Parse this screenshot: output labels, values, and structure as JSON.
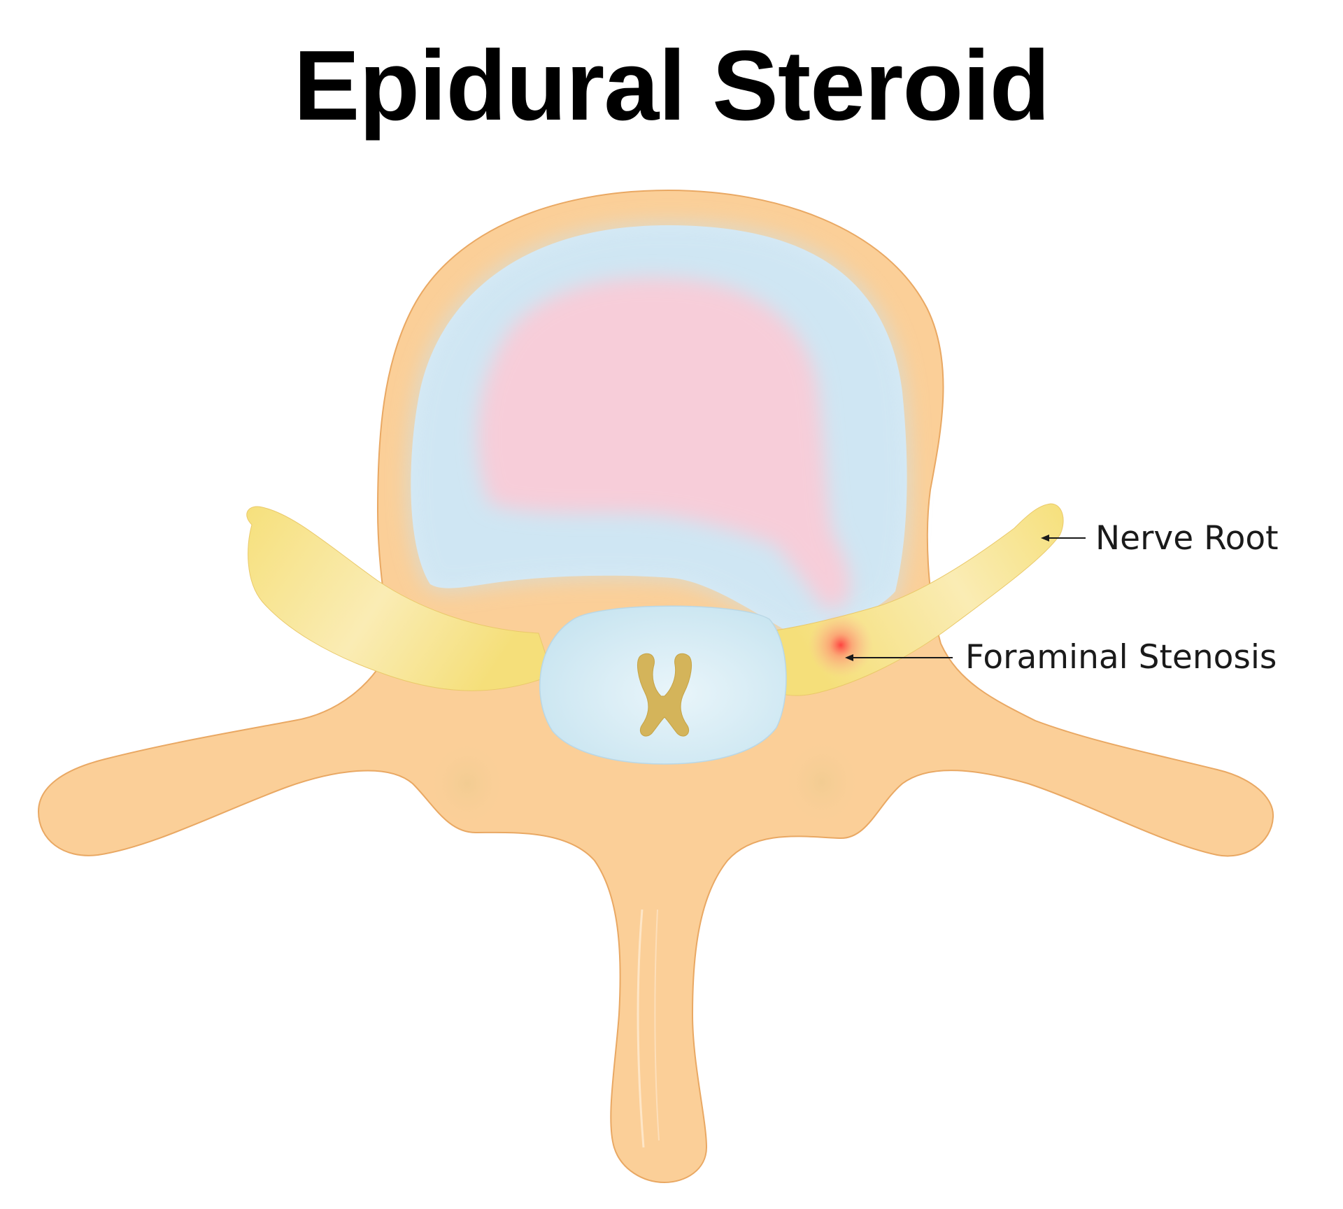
{
  "title": "Epidural Steroid",
  "labels": {
    "nerve_root": "Nerve Root",
    "foraminal_stenosis": "Foraminal Stenosis"
  },
  "colors": {
    "bone": "#fbcf98",
    "bone_outline": "#e9a863",
    "disc_annulus": "#dcecf7",
    "disc_nucleus": "#f7cdd9",
    "nerve": "#f6e07c",
    "spinal_canal": "#cde7f1",
    "cord_grey_matter": "#d6b65a",
    "inflammation": "#ff4040"
  }
}
